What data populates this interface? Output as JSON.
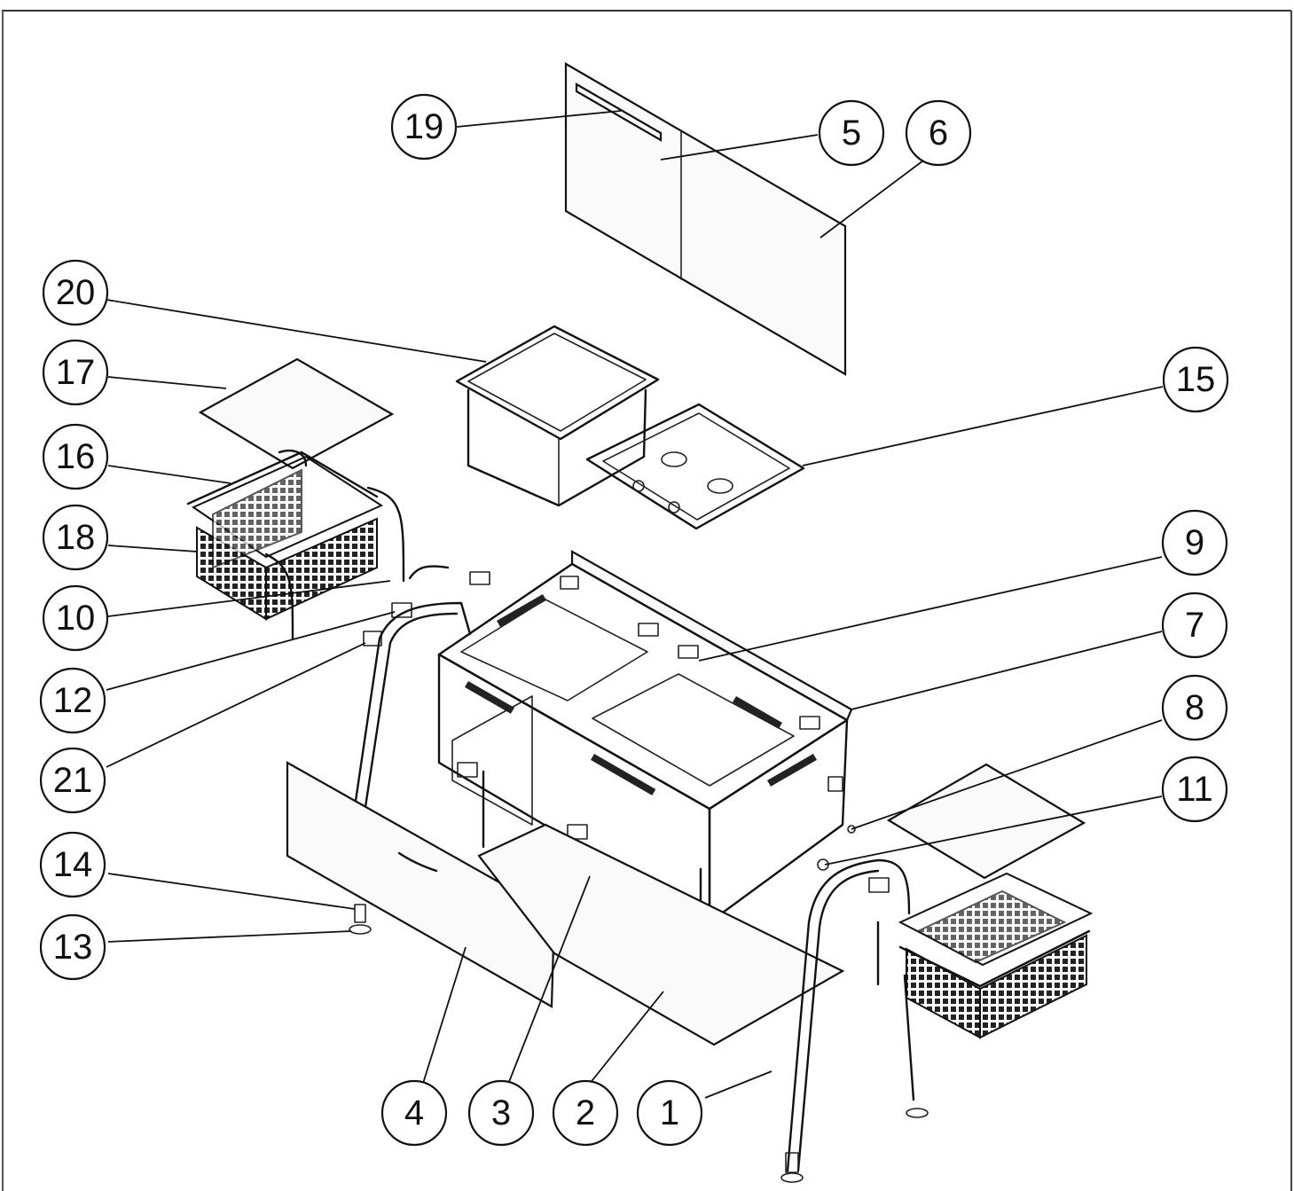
{
  "diagram": {
    "callouts": [
      {
        "id": "19",
        "label": "19"
      },
      {
        "id": "5",
        "label": "5"
      },
      {
        "id": "6",
        "label": "6"
      },
      {
        "id": "20",
        "label": "20"
      },
      {
        "id": "17",
        "label": "17"
      },
      {
        "id": "15",
        "label": "15"
      },
      {
        "id": "16",
        "label": "16"
      },
      {
        "id": "18",
        "label": "18"
      },
      {
        "id": "9",
        "label": "9"
      },
      {
        "id": "10",
        "label": "10"
      },
      {
        "id": "7",
        "label": "7"
      },
      {
        "id": "12",
        "label": "12"
      },
      {
        "id": "8",
        "label": "8"
      },
      {
        "id": "21",
        "label": "21"
      },
      {
        "id": "11",
        "label": "11"
      },
      {
        "id": "14",
        "label": "14"
      },
      {
        "id": "13",
        "label": "13"
      },
      {
        "id": "4",
        "label": "4"
      },
      {
        "id": "3",
        "label": "3"
      },
      {
        "id": "2",
        "label": "2"
      },
      {
        "id": "1",
        "label": "1"
      }
    ],
    "colors": {
      "ink": "#111111",
      "paper": "#ffffff"
    }
  }
}
